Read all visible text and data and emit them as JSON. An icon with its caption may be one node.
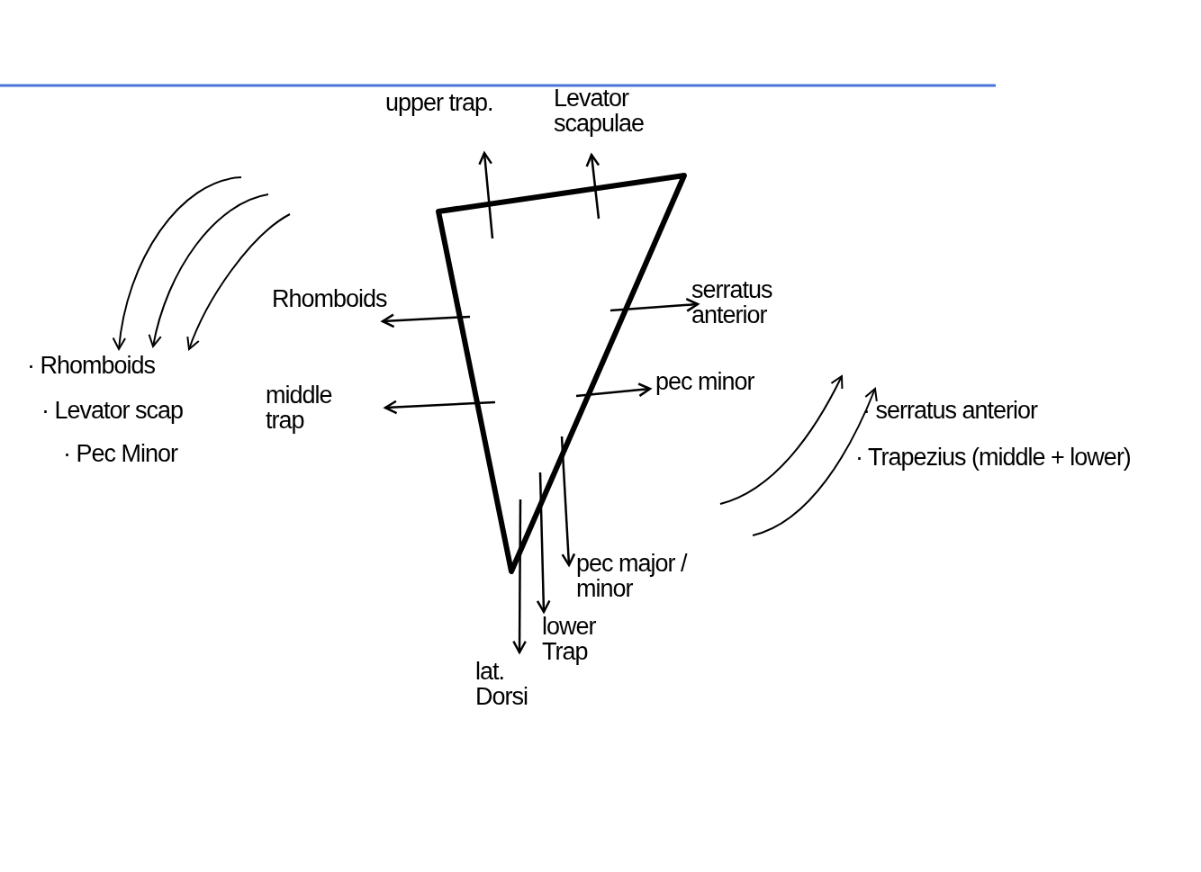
{
  "diagram": {
    "labels": [
      "upper trap.",
      "Levator scapulae",
      "Rhomboids",
      "serratus anterior",
      "middle trap",
      "pec minor",
      "· Rhomboids",
      "· Levator scap",
      "· Pec Minor",
      "· serratus anterior",
      "· Trapezius (middle + lower)",
      "pec major / minor",
      "lower Trap",
      "lat. Dorsi"
    ]
  }
}
